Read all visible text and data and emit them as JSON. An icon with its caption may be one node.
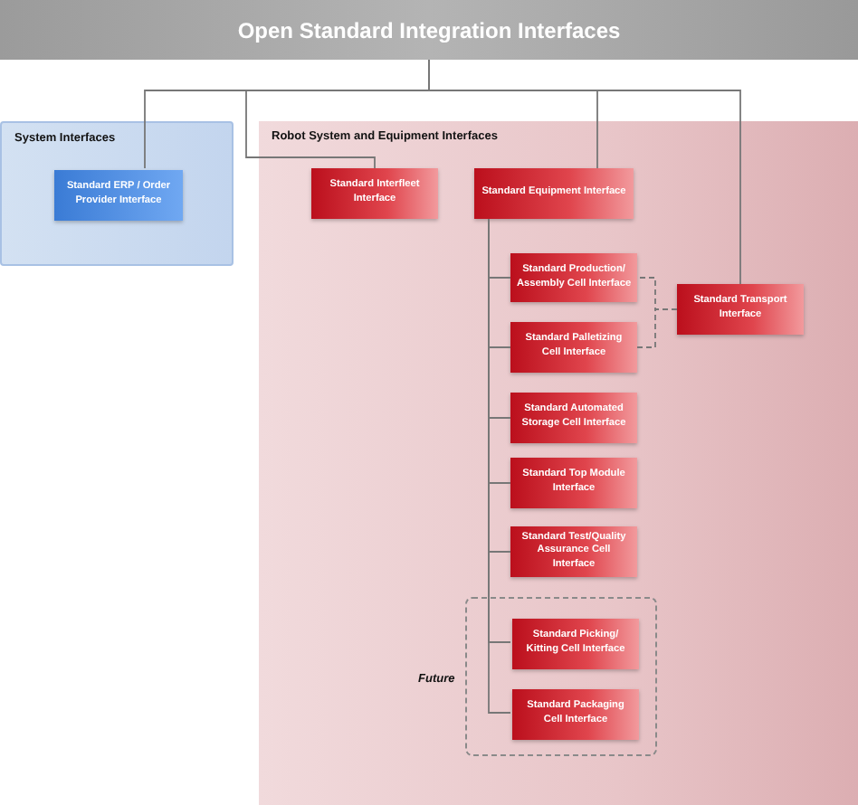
{
  "diagram": {
    "nodes": [
      {
        "text": [
          "Open Standard Integration Interfaces"
        ]
      },
      {
        "text": [
          "System Interfaces"
        ]
      },
      {
        "text": [
          "Standard ERP / Order Provider Interface"
        ],
        "in": 1
      },
      {
        "text": [
          "Robot System and Equipment Interfaces"
        ]
      },
      {
        "text": [
          "Standard Interfleet Interface"
        ],
        "in": 3
      },
      {
        "text": [
          "Standard Equipment Interface"
        ],
        "in": 3
      },
      {
        "text": [
          "Standard Production/ Assembly Cell Interface"
        ],
        "in": 3
      },
      {
        "text": [
          "Standard Palletizing Cell Interface"
        ],
        "in": 3
      },
      {
        "text": [
          "Standard Transport Interface"
        ],
        "in": 3
      },
      {
        "text": [
          "Standard Automated Storage Cell Interface"
        ],
        "in": 3
      },
      {
        "text": [
          "Standard Top Module Interface"
        ],
        "in": 3
      },
      {
        "text": [
          "Standard Test/Quality Assurance Cell Interface"
        ],
        "in": 3
      },
      {
        "text": [
          "Future"
        ],
        "in": 3
      },
      {
        "text": [
          "Standard Picking/ Kitting Cell Interface"
        ],
        "in": 12
      },
      {
        "text": [
          "Standard Packaging Cell Interface"
        ],
        "in": 12
      }
    ],
    "edges": [
      {
        "from": 0,
        "to": 2,
        "arrow": "none"
      },
      {
        "from": 0,
        "to": 4,
        "arrow": "none"
      },
      {
        "from": 0,
        "to": 5,
        "arrow": "none"
      },
      {
        "from": 0,
        "to": 8,
        "arrow": "none"
      },
      {
        "from": 5,
        "to": 6,
        "arrow": "none"
      },
      {
        "from": 5,
        "to": 7,
        "arrow": "none"
      },
      {
        "from": 5,
        "to": 9,
        "arrow": "none"
      },
      {
        "from": 5,
        "to": 10,
        "arrow": "none"
      },
      {
        "from": 5,
        "to": 11,
        "arrow": "none"
      },
      {
        "from": 5,
        "to": 13,
        "arrow": "none"
      },
      {
        "from": 5,
        "to": 14,
        "arrow": "none"
      },
      {
        "from": 8,
        "to": 6,
        "arrow": "none",
        "style": "dashed"
      },
      {
        "from": 8,
        "to": 7,
        "arrow": "none",
        "style": "dashed"
      }
    ]
  }
}
